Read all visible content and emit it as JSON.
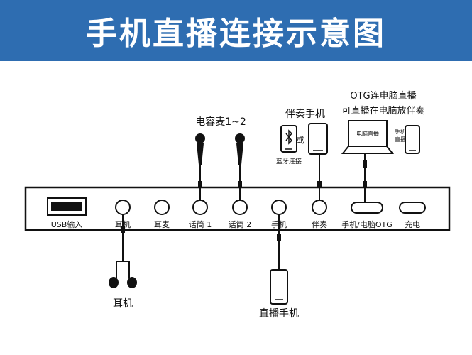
{
  "title": "手机直播连接示意图",
  "top_labels": {
    "mic": "电容麦1~2",
    "accompany_phone": "伴奏手机",
    "or": "或",
    "bluetooth_connect": "蓝牙连接",
    "otg_line1": "OTG连电脑直播",
    "otg_line2": "可直播在电脑放伴奏",
    "laptop_screen": "电脑直播",
    "side_phone_text": "手机直播"
  },
  "ports": {
    "usb": "USB输入",
    "earphone": "耳机",
    "ear_mic": "耳麦",
    "mic1": "话筒 1",
    "mic2": "话筒 2",
    "phone": "手机",
    "accompany": "伴奏",
    "phone_pc_otg": "手机/电脑OTG",
    "charge": "充电"
  },
  "bottom_labels": {
    "headphones": "耳机",
    "live_phone": "直播手机"
  },
  "colors": {
    "banner": "#2e6db1",
    "line": "#111111"
  }
}
